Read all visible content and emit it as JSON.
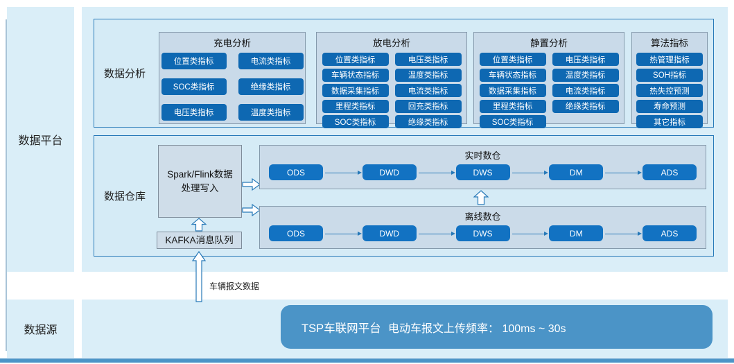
{
  "palette": {
    "panel": "#daeef8",
    "section_bg": "#d5ebf6",
    "section_border": "#2779b8",
    "group_bg": "#c9dae9",
    "chip": "#0e68b2",
    "node": "#1272c2",
    "tsp": "#4b94c7"
  },
  "platform": {
    "label": "数据平台"
  },
  "source_section": {
    "label": "数据源",
    "tsp": "TSP车联网平台",
    "frequency": "电动车报文上传频率：  100ms ~ 30s"
  },
  "flow": {
    "vehicle_message": "车辆报文数据"
  },
  "analysis": {
    "label": "数据分析",
    "groups": [
      {
        "title": "充电分析",
        "chips": [
          "位置类指标",
          "电流类指标",
          "SOC类指标",
          "绝缘类指标",
          "电压类指标",
          "温度类指标"
        ]
      },
      {
        "title": "放电分析",
        "chips": [
          "位置类指标",
          "电压类指标",
          "车辆状态指标",
          "温度类指标",
          "数据采集指标",
          "电流类指标",
          "里程类指标",
          "回充类指标",
          "SOC类指标",
          "绝缘类指标"
        ]
      },
      {
        "title": "静置分析",
        "chips": [
          "位置类指标",
          "电压类指标",
          "车辆状态指标",
          "温度类指标",
          "数据采集指标",
          "电流类指标",
          "里程类指标",
          "绝缘类指标",
          "SOC类指标"
        ]
      },
      {
        "title": "算法指标",
        "chips": [
          "热管理指标",
          "SOH指标",
          "热失控预测",
          "寿命预测",
          "其它指标"
        ]
      }
    ]
  },
  "warehouse": {
    "label": "数据仓库",
    "spark_line1": "Spark/Flink数据",
    "spark_line2": "处理写入",
    "kafka": "KAFKA消息队列",
    "lanes": [
      {
        "title": "实时数仓",
        "nodes": [
          "ODS",
          "DWD",
          "DWS",
          "DM",
          "ADS"
        ]
      },
      {
        "title": "离线数仓",
        "nodes": [
          "ODS",
          "DWD",
          "DWS",
          "DM",
          "ADS"
        ]
      }
    ]
  }
}
